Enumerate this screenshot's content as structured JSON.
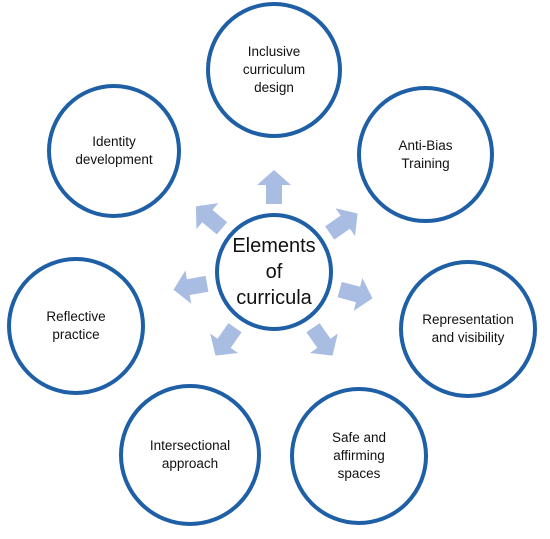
{
  "center": {
    "label_line1": "Elements",
    "label_line2": "of",
    "label_line3": "curricula"
  },
  "nodes": {
    "inclusive_curriculum_design": [
      "Inclusive",
      "curriculum",
      "design"
    ],
    "anti_bias_training": [
      "Anti-Bias",
      "Training"
    ],
    "representation_and_visibility": [
      "Representation",
      "and visibility"
    ],
    "safe_and_affirming_spaces": [
      "Safe and",
      "affirming",
      "spaces"
    ],
    "intersectional_approach": [
      "Intersectional",
      "approach"
    ],
    "reflective_practice": [
      "Reflective",
      "practice"
    ],
    "identity_development": [
      "Identity",
      "development"
    ]
  },
  "colors": {
    "circle_border": "#1f5fa6",
    "arrow_fill": "#a9bde3",
    "text": "#111111"
  },
  "arrows": [
    {
      "target": "inclusive_curriculum_design",
      "direction_deg": -90
    },
    {
      "target": "anti_bias_training",
      "direction_deg": -35
    },
    {
      "target": "representation_and_visibility",
      "direction_deg": 15
    },
    {
      "target": "safe_and_affirming_spaces",
      "direction_deg": 55
    },
    {
      "target": "intersectional_approach",
      "direction_deg": 125
    },
    {
      "target": "reflective_practice",
      "direction_deg": 170
    },
    {
      "target": "identity_development",
      "direction_deg": -140
    }
  ]
}
